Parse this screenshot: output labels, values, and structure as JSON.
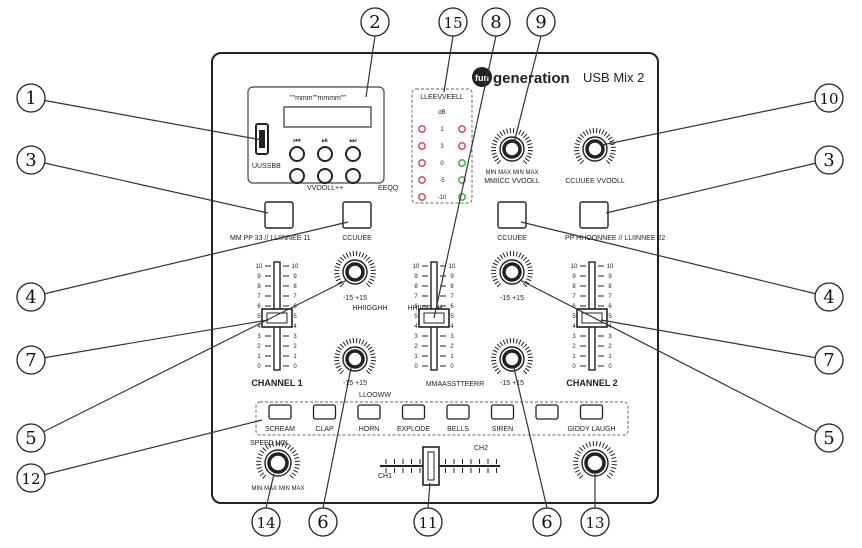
{
  "brand": {
    "logo_text": "fun",
    "name": "generation",
    "model": "USB Mix 2"
  },
  "player": {
    "header": "\"\"mmm\"\"mmmm\"\"",
    "usb_label": "UUSSBB",
    "volume_label": "VVOOLL++",
    "eq_label": "EEQQ"
  },
  "level_meter": {
    "title": "LLEEVVEELL",
    "ticks": [
      "dB",
      "1",
      "3",
      "0",
      "-5",
      "-10"
    ]
  },
  "mic": {
    "volume_label": "MMIICC VVOOLL",
    "knob_scale": "MIN MAX MIN MAX"
  },
  "cue": {
    "volume_label": "CCUUEE VVOOLL"
  },
  "buttons": {
    "mp3_left": "MM PP 33 // LLIINNEE 11",
    "cue_left": "CCUUEE",
    "cue_right": "CCUUEE",
    "mp3_right": "PP HHOONNEE // LLIINNEE 22"
  },
  "eq": {
    "high_label": "HHIIGGHH",
    "low_label": "LLOOWW",
    "range": "-15 +15"
  },
  "faders": {
    "ticks": [
      "10",
      "9",
      "8",
      "7",
      "6",
      "5",
      "4",
      "3",
      "2",
      "1",
      "0"
    ],
    "channel1": "CHANNEL 1",
    "channel2": "CHANNEL 2",
    "master": "MMAASSTTEERR"
  },
  "effects": [
    "SCREAM",
    "CLAP",
    "HORN",
    "EXPLODE",
    "BELLS",
    "SIREN",
    "",
    "GIDDY LAUGH"
  ],
  "crossfader": {
    "left": "CH1",
    "right": "CH2"
  },
  "speed": {
    "label": "SPEED VOL",
    "scale": "MIN MAX MIN MAX"
  },
  "callouts": [
    "1",
    "2",
    "3",
    "3",
    "4",
    "4",
    "5",
    "5",
    "6",
    "6",
    "7",
    "7",
    "8",
    "9",
    "10",
    "11",
    "12",
    "13",
    "14",
    "15"
  ]
}
